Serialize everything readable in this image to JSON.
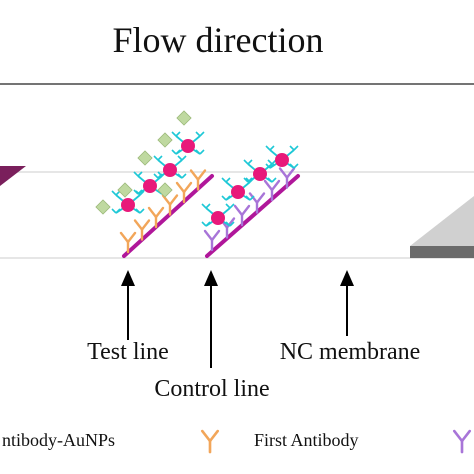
{
  "title": "Flow direction",
  "labels": {
    "test_line": "Test line",
    "control_line": "Control line",
    "nc_membrane": "NC membrane"
  },
  "legend": [
    {
      "text": "ntibody-AuNPs",
      "icon": "gold-nanoparticle-antibody-icon"
    },
    {
      "text": "First Antibody",
      "icon": "first-antibody-icon"
    },
    {
      "text": "",
      "icon": "second-antibody-icon"
    }
  ],
  "colors": {
    "membrane_edge": "#d8d8d8",
    "sample_pad": "#7a1f5c",
    "absorbent_pad": "#6b6b6b",
    "absorbent_top": "#d0d0d0",
    "line_strip": "#b0179a",
    "nanoparticle": "#e8197a",
    "detection_antibody": "#1ec8d6",
    "first_antibody": "#f2a65a",
    "second_antibody": "#a875d8",
    "antigen": "#bfd9a0",
    "arrow": "#000000"
  }
}
